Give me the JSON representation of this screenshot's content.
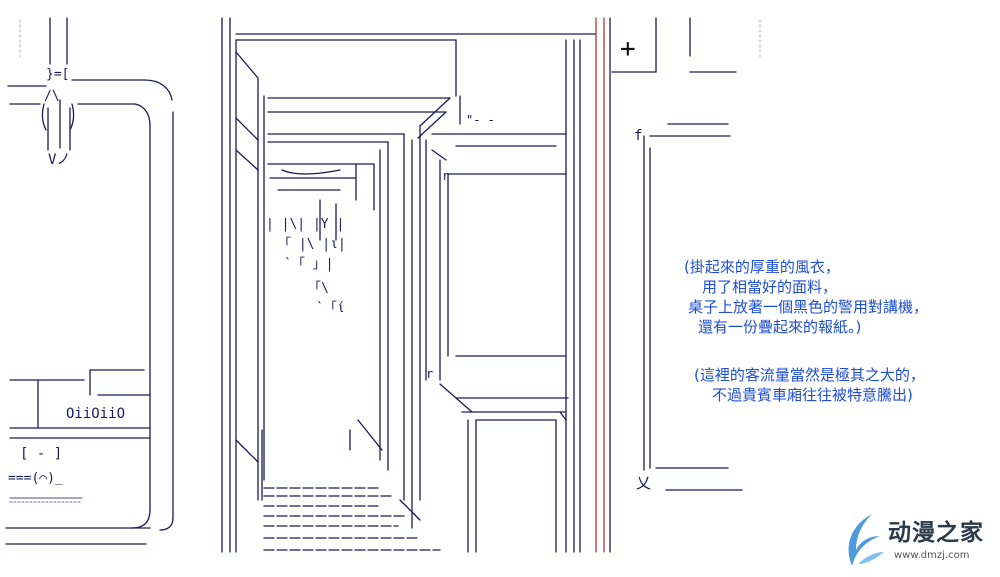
{
  "art": {
    "line_color": "#1a1a5a",
    "dim_color": "#6d6dae",
    "faint_color": "#a9a9c7"
  },
  "narration": {
    "color": "#1f4fd1",
    "lines": [
      "(掛起來的厚重的風衣，",
      "用了相當好的面料，",
      "桌子上放著一個黑色的警用對講機，",
      "還有一份疊起來的報紙。)"
    ],
    "aside": [
      "(這裡的客流量當然是極其之大的，",
      "不過貴賓車廂往往被特意騰出)"
    ]
  },
  "ascii": {
    "plus": "+",
    "coat_hook": "}=[",
    "coat_sleeve": "/\\",
    "coat_bottom": "Vノ",
    "radio_buttons": "OiiOiiO",
    "radio_label": "[ - ]",
    "radio_cord": "===(⌒)_",
    "mark_y": "乂",
    "mark_f": "f",
    "mark_r": "r",
    "mark_quote": "\"- -",
    "card_1": "| |\\| |Y |",
    "card_2": "「 |\\ |ι|",
    "card_3": "`「  」|",
    "card_4": "「\\",
    "card_5": "`「ί"
  },
  "watermark": {
    "brand": "动漫之家",
    "url": "www.dmzj.com",
    "color": "#3a8fd8"
  }
}
